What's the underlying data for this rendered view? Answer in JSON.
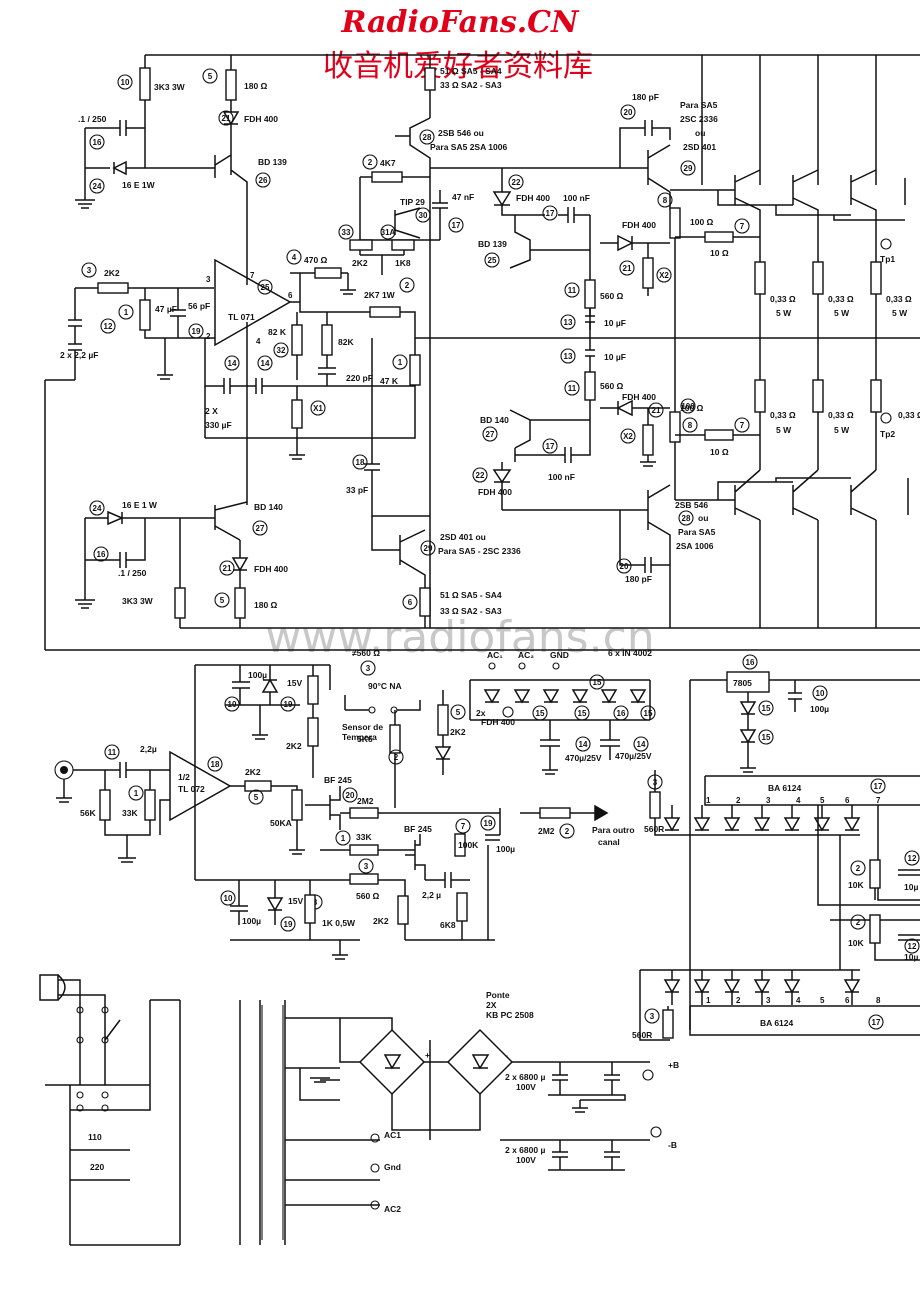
{
  "watermark": {
    "site": "RadioFans.CN",
    "chinese": "收音机爱好者资料库",
    "url": "www.radiofans.cn"
  },
  "colors": {
    "watermark": "#e0001a",
    "ink": "#111111",
    "paper": "#ffffff"
  },
  "amp_top": {
    "r10": "3K3 3W",
    "r5": "180 Ω",
    "d21": "FDH 400",
    "c16": ".1 / 250",
    "z24": "16 E 1W",
    "q26": "BD 139",
    "q28": "2SB 546  ou",
    "q28b": "Para  SA5  2SA 1006",
    "r_sa": "51 Ω  SA5 - SA4",
    "r_sa2": "33 Ω  SA2 - SA3",
    "r2": "4K7",
    "c20": "180 pF",
    "q29": "Para  SA5",
    "q29b": "2SC 2336",
    "q29c": "ou",
    "q29d": "2SD 401",
    "tip": "TIP 29",
    "c47n": "47 nF",
    "r2k2": "2K2",
    "r1k8": "1K8",
    "d22": "FDH 400",
    "c17": "100 nF",
    "q25": "BD 139",
    "d21b": "FDH 400",
    "r8": "100 Ω",
    "r7": "10 Ω",
    "r11": "560 Ω",
    "c13": "10 µF",
    "re1": "0,33 Ω",
    "re1w": "5 W",
    "tp1": "Tp1"
  },
  "amp_mid": {
    "r3": "2K2",
    "c47u": "47 µF",
    "c56p": "56 pF",
    "c12": "2 x 2,2 µF",
    "ic": "TL 071",
    "r470": "470 Ω",
    "r2k7": "2K7 1W",
    "r82k": "82 K",
    "r82k2": "82K",
    "c220": "220 pF",
    "r47k": "47 K",
    "c330": "2 X\n330 µF",
    "c33p": "33 pF",
    "pin3": "3",
    "pin7": "7",
    "pin2": "2",
    "pin4": "4",
    "pin6": "6"
  },
  "amp_bot": {
    "c13b": "10 µF",
    "r11b": "560 Ω",
    "d21c": "FDH 400",
    "q27b": "BD 140",
    "c17b": "100 nF",
    "d22b": "FDH 400",
    "r8b": "100 Ω",
    "r7b": "10 Ω",
    "re2": "0,33 Ω",
    "re2w": "5 W",
    "tp2": "Tp2",
    "z24b": "16 E 1 W",
    "q27": "BD 140",
    "c16b": ".1 / 250",
    "d21d": "FDH 400",
    "r10b": "3K3 3W",
    "r5b": "180 Ω",
    "q29e": "2SD 401   ou",
    "q29f": "Para  SA5 - 2SC 2336",
    "r_sab": "51 Ω  SA5 - SA4",
    "r_sab2": "33 Ω  SA2 - SA3",
    "q28c": "2SB 546",
    "q28d": "ou",
    "q28e": "Para  SA5",
    "q28f": "2SA 1006",
    "c20b": "180 pF"
  },
  "protect": {
    "r560": "≠560 Ω",
    "c100": "100µ",
    "z15": "15V",
    "r2k2a": "2K2",
    "sensor": "90°C NA",
    "sensor2": "Sensor de",
    "sensor3": "Tempera",
    "r5k6": "5K6",
    "r2k2b": "2K2",
    "ac1": "AC₁",
    "ac2": "AC₂",
    "gnd": "GND",
    "diodes": "6 x IN 4002",
    "fdh": "2x\nFDH 400",
    "c470a": "470µ/25V",
    "c470b": "470µ/25V",
    "reg": "7805",
    "c100b": "100µ",
    "c22": "2,2µ",
    "r56k": "56K",
    "r33k": "33K",
    "ic2": "1/2\nTL 072",
    "r2k2c": "2K2",
    "bf245": "BF 245",
    "r50k": "50KA",
    "r2m2": "2M2",
    "r2m2b": "2M2",
    "para": "Para outro\ncanal",
    "r33kb": "33K",
    "bf245b": "BF 245",
    "r100k": "100K",
    "c100c": "100µ",
    "r560b": "560 Ω",
    "c22b": "2,2 µ",
    "r6k8": "6K8",
    "r2k2d": "2K2",
    "z15b": "15V",
    "r1k": "1K  0,5W",
    "c100d": "100µ",
    "ba1": "BA 6124",
    "ba2": "BA 6124",
    "r560r": "560R",
    "r560r2": "560R",
    "r10k": "10K",
    "r10k2": "10K",
    "c10u": "10µ",
    "c10u2": "10µ"
  },
  "psu": {
    "ponte": "Ponte\n2X\nKB PC 2508",
    "cap1": "2 x 6800 µ\n100V",
    "cap2": "2 x 6800 µ\n100V",
    "plusb": "+B",
    "minusb": "-B",
    "ac1": "AC1",
    "gnd": "Gnd",
    "ac2": "AC2",
    "v110": "110",
    "v220": "220"
  },
  "pin_numbers": [
    "1",
    "2",
    "3",
    "4",
    "5",
    "6",
    "7",
    "8"
  ]
}
